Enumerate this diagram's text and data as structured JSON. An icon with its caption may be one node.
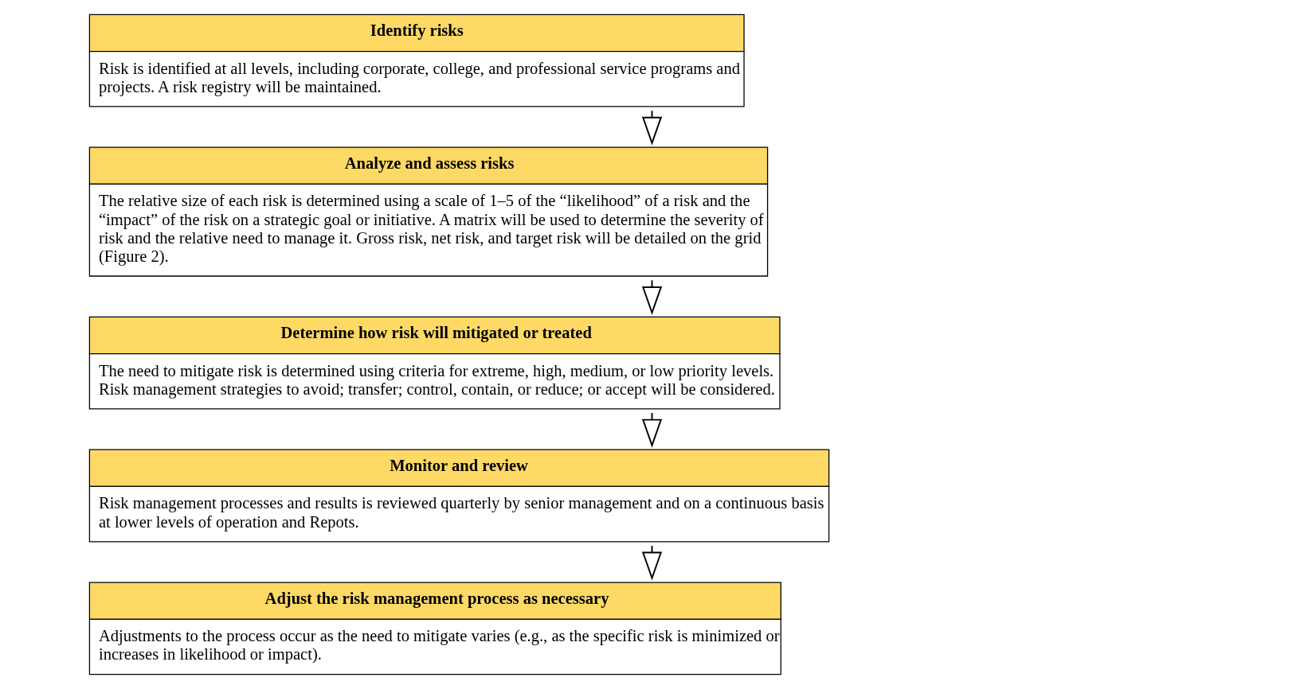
{
  "diagram": {
    "nodes": [
      {
        "text": [
          "Identify risks",
          "Risk is identified at all levels, including corporate, college, and professional service programs and projects. A risk registry will be maintained."
        ]
      },
      {
        "text": [
          "Analyze and assess risks",
          "The relative size of each risk is determined using a scale of 1–5 of the “likelihood” of a risk and the “impact” of the risk on a strategic goal or initiative. A matrix will be used to determine the severity of risk and the relative need to manage it. Gross risk, net risk, and target risk will be detailed on the grid (Figure 2)."
        ]
      },
      {
        "text": [
          "Determine how risk will mitigated or treated",
          "The need to mitigate risk is determined using criteria for extreme, high, medium, or low priority levels. Risk management strategies to avoid; transfer; control, contain, or reduce; or accept will be considered."
        ]
      },
      {
        "text": [
          "Monitor and review",
          "Risk management processes and results is reviewed quarterly by senior management and on a continuous basis at lower levels of operation and Repots."
        ]
      },
      {
        "text": [
          "Adjust the risk management process as necessary",
          "Adjustments to the process occur as the need to mitigate varies (e.g., as the specific risk is minimized or increases in likelihood or impact)."
        ]
      }
    ],
    "edges": [
      {
        "from": 0,
        "to": 1,
        "arrow": "to"
      },
      {
        "from": 1,
        "to": 2,
        "arrow": "to"
      },
      {
        "from": 2,
        "to": 3,
        "arrow": "to"
      },
      {
        "from": 3,
        "to": 4,
        "arrow": "to"
      }
    ]
  }
}
